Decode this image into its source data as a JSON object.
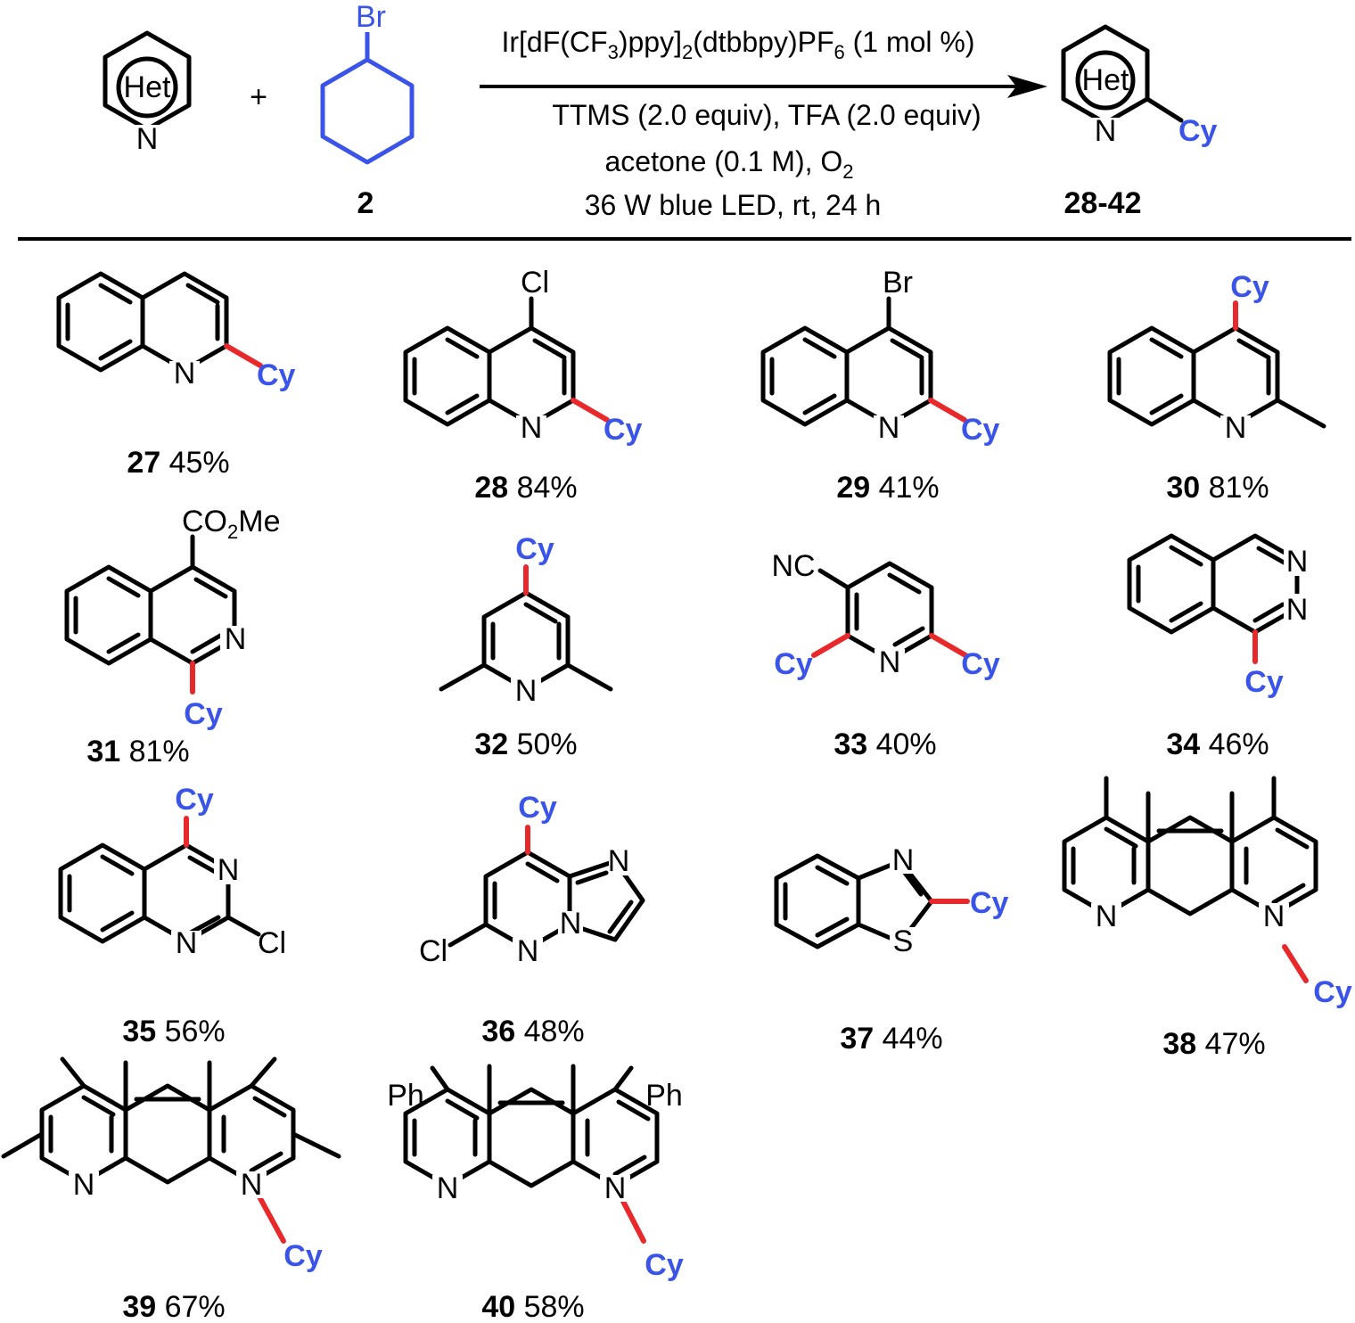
{
  "reaction": {
    "reactant_het_label": "Het",
    "reactant_n_label": "N",
    "plus": "+",
    "bromide_atom": "Br",
    "bromide_label": "2",
    "catalyst": {
      "a": "Ir[dF(CF",
      "b": "3",
      "c": ")ppy]",
      "d": "2",
      "e": "(dtbbpy)PF",
      "f": "6",
      "g": " (1 mol %)"
    },
    "conditions_line2": "TTMS  (2.0 equiv), TFA (2.0 equiv)",
    "conditions_line3_a": "acetone (0.1 M), O",
    "conditions_line3_b": "2",
    "conditions_line4": "36 W blue LED, rt, 24 h",
    "product_het_label": "Het",
    "product_n_label": "N",
    "product_cy_label": "Cy",
    "product_range_label": "28-42"
  },
  "atoms": {
    "N": "N",
    "Cy": "Cy",
    "Cl": "Cl",
    "Br": "Br",
    "S": "S",
    "NC": "NC",
    "Ph": "Ph",
    "CO": "CO",
    "two": "2",
    "Me": "Me"
  },
  "compounds": [
    {
      "id": "27",
      "yield": " 45%"
    },
    {
      "id": "28",
      "yield": " 84%"
    },
    {
      "id": "29",
      "yield": " 41%"
    },
    {
      "id": "30",
      "yield": " 81%"
    },
    {
      "id": "31",
      "yield": " 81%"
    },
    {
      "id": "32",
      "yield": " 50%"
    },
    {
      "id": "33",
      "yield": " 40%"
    },
    {
      "id": "34",
      "yield": " 46%"
    },
    {
      "id": "35",
      "yield": " 56%"
    },
    {
      "id": "36",
      "yield": " 48%"
    },
    {
      "id": "37",
      "yield": " 44%"
    },
    {
      "id": "38",
      "yield": " 47%"
    },
    {
      "id": "39",
      "yield": " 67%"
    },
    {
      "id": "40",
      "yield": " 58%"
    }
  ],
  "colors": {
    "bond": "#000000",
    "new_bond": "#e8292b",
    "cyclohexyl": "#3b54e8"
  }
}
